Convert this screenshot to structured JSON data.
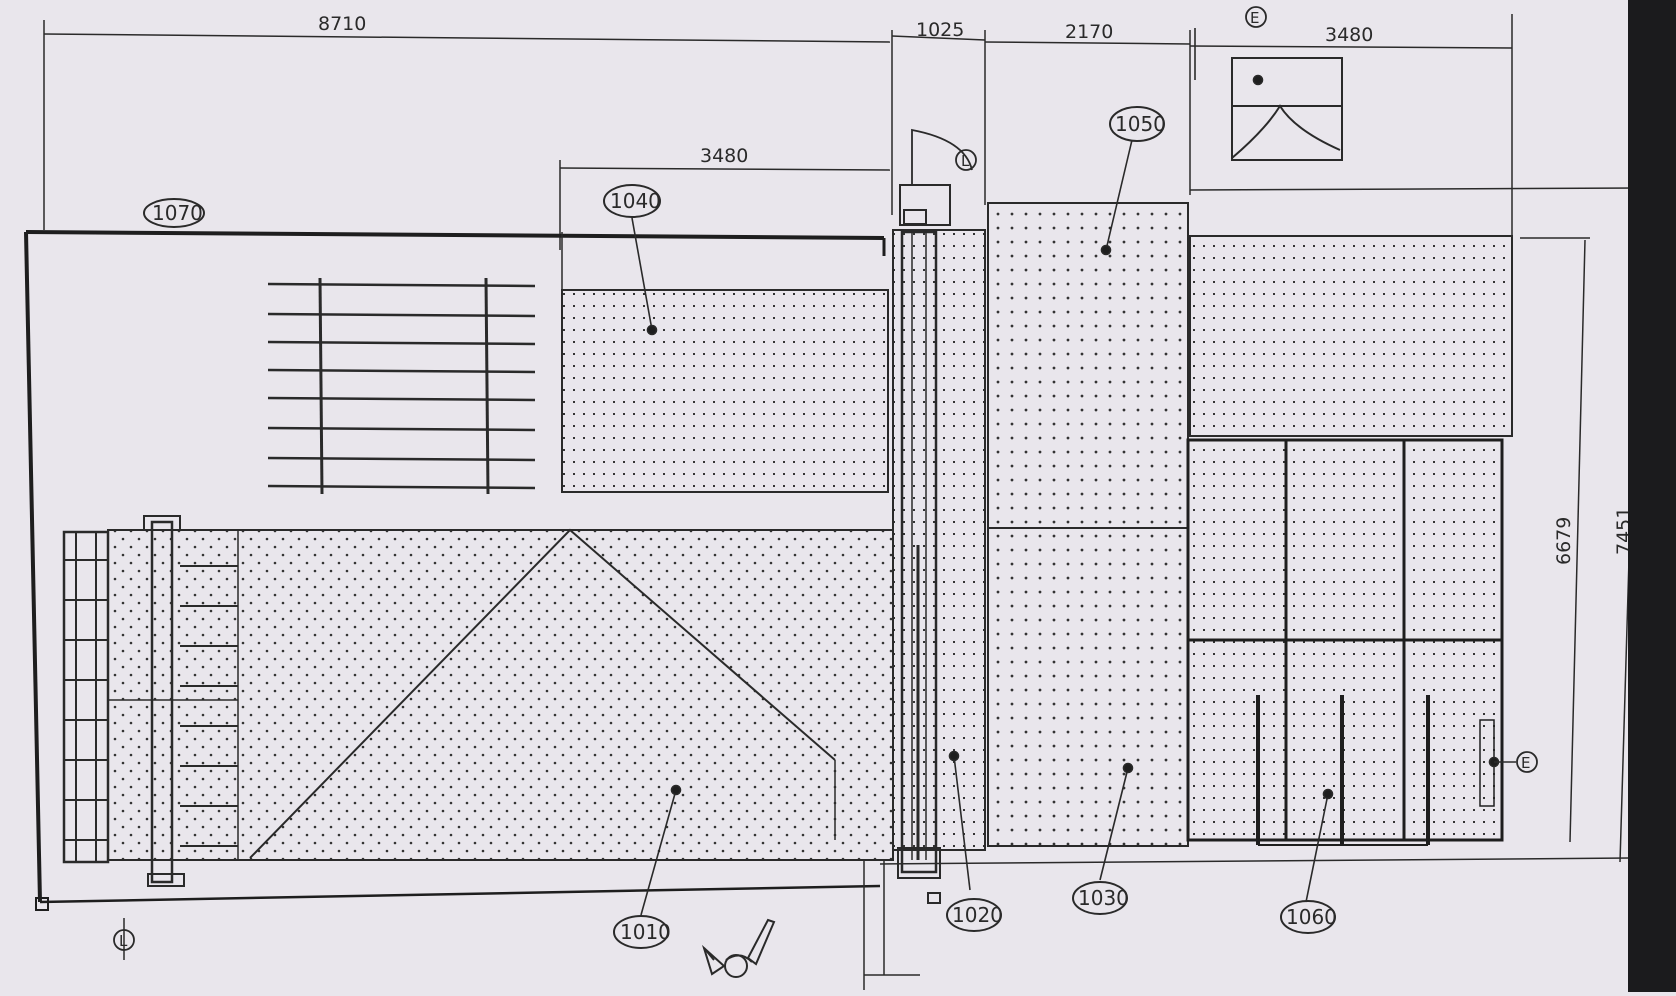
{
  "dimensions": {
    "top_left": "8710",
    "top_mid": "1025",
    "top_right_a": "2170",
    "top_right_b": "3480",
    "inner": "3480",
    "height_inner": "6679",
    "height_outer": "7451"
  },
  "labels": {
    "l1010": "1010",
    "l1020": "1020",
    "l1030": "1030",
    "l1040": "1040",
    "l1050": "1050",
    "l1060": "1060",
    "l1070": "1070"
  },
  "markers": {
    "top": "E",
    "right": "E",
    "left": "L",
    "mid": "L"
  },
  "colors": {
    "ink": "#2a2a2a",
    "paper": "#e9e6ec",
    "screen_edge": "#1b1b1d"
  }
}
